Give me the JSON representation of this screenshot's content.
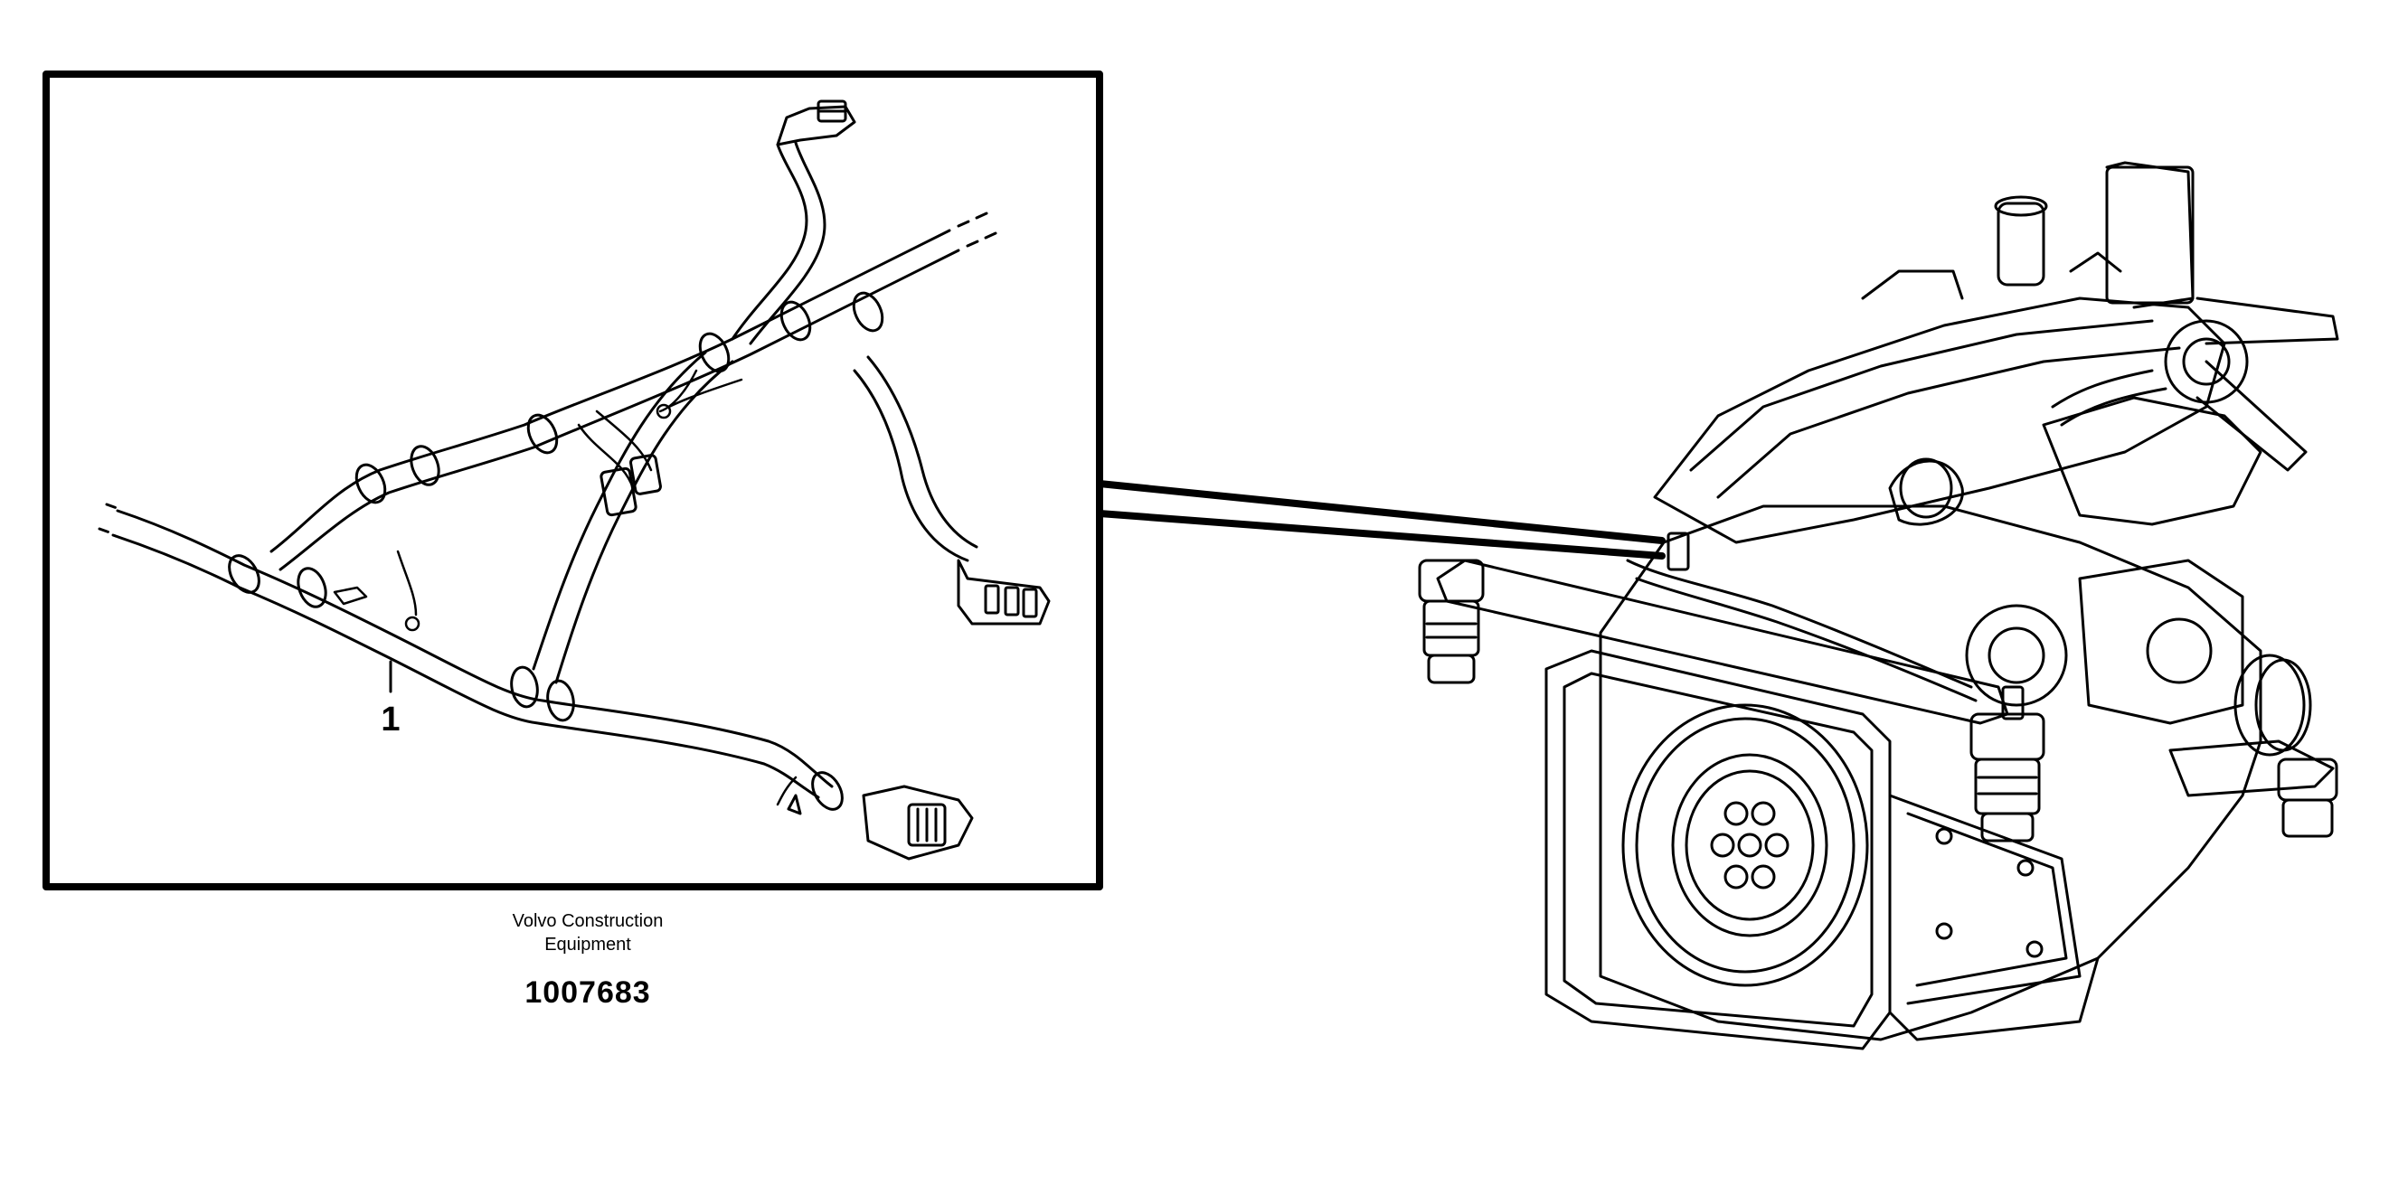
{
  "callouts": [
    {
      "id": "1",
      "label": "1"
    }
  ],
  "caption": {
    "company_line1": "Volvo Construction",
    "company_line2": "Equipment",
    "part_number": "1007683"
  },
  "colors": {
    "ink": "#000000",
    "paper": "#ffffff"
  }
}
